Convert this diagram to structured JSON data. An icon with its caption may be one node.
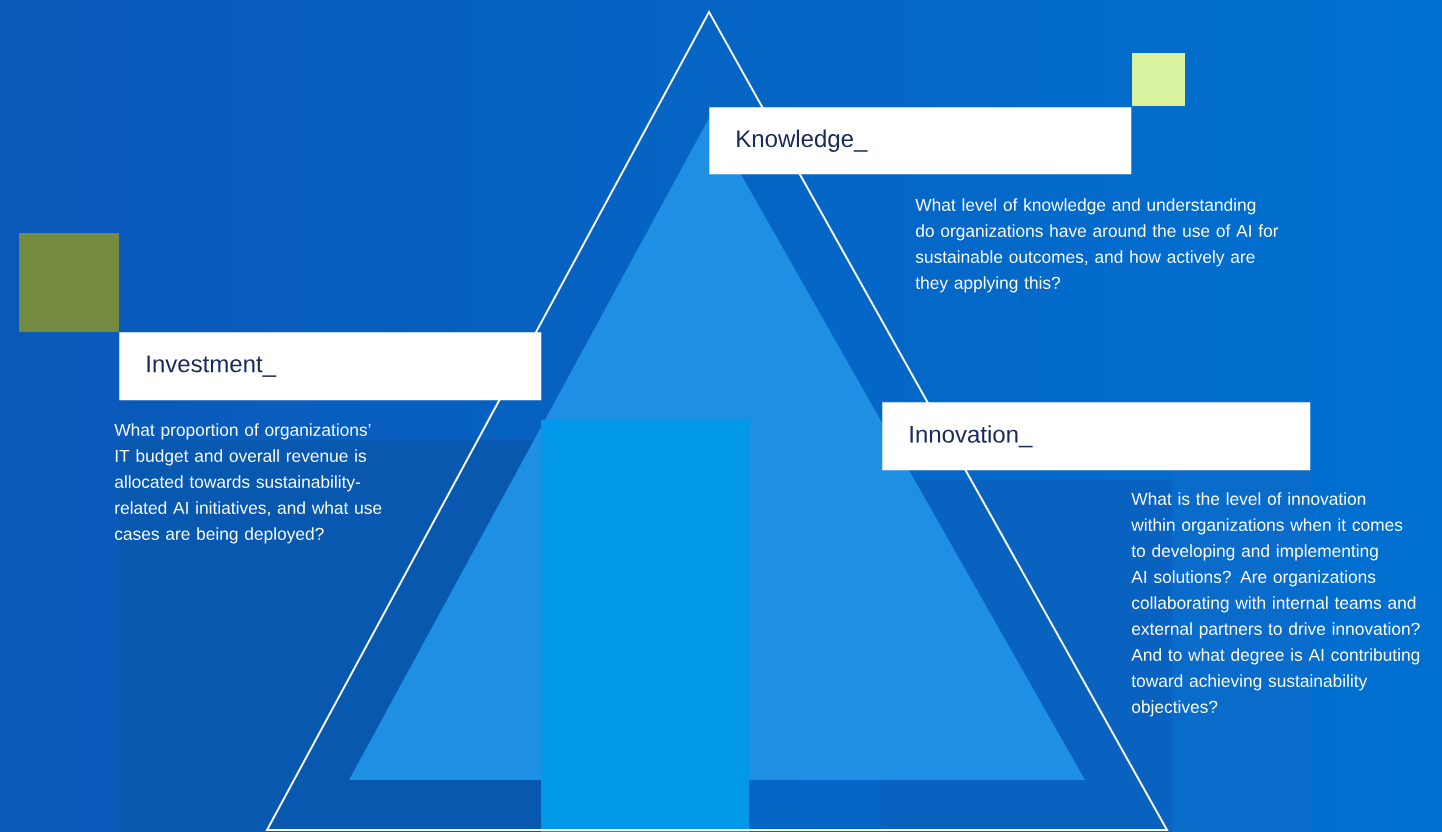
{
  "diagram": {
    "nodes": [
      {
        "text": [
          "Knowledge_"
        ],
        "beside": [
          "What level of knowledge and understanding do organizations have around the use of AI for sustainable outcomes, and how actively are they applying this?"
        ]
      },
      {
        "text": [
          "Investment_"
        ],
        "beside": [
          "What proportion of organizations’ IT budget and overall revenue is allocated towards sustainability-related AI initiatives, and what use cases are being deployed?"
        ]
      },
      {
        "text": [
          "Innovation_"
        ],
        "beside": [
          "What is the level of innovation within organizations when it comes to developing and implementing AI solutions? Are organizations collaborating with internal teams and external partners to drive innovation? And to what degree is AI contributing toward achieving sustainability objectives?"
        ]
      }
    ]
  }
}
